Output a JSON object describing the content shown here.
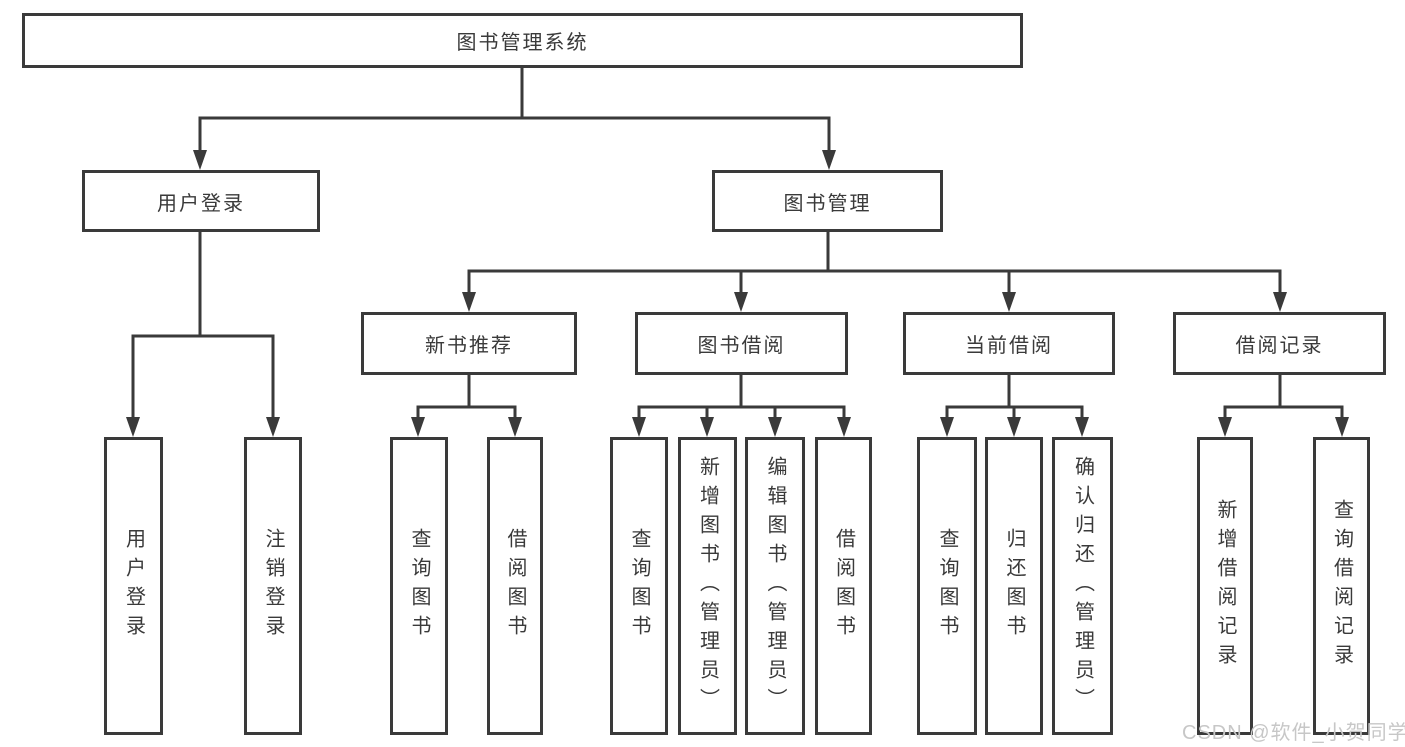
{
  "nodes": {
    "root": {
      "label": "图书管理系统"
    },
    "branches": [
      {
        "label": "用户登录"
      },
      {
        "label": "图书管理"
      }
    ],
    "modules": [
      {
        "label": "新书推荐"
      },
      {
        "label": "图书借阅"
      },
      {
        "label": "当前借阅"
      },
      {
        "label": "借阅记录"
      }
    ],
    "leaves": [
      {
        "label": "用户登录"
      },
      {
        "label": "注销登录"
      },
      {
        "label": "查询图书"
      },
      {
        "label": "借阅图书"
      },
      {
        "label": "查询图书"
      },
      {
        "label": "新增图书（管理员）"
      },
      {
        "label": "编辑图书（管理员）"
      },
      {
        "label": "借阅图书"
      },
      {
        "label": "查询图书"
      },
      {
        "label": "归还图书"
      },
      {
        "label": "确认归还（管理员）"
      },
      {
        "label": "新增借阅记录"
      },
      {
        "label": "查询借阅记录"
      }
    ]
  },
  "watermark": {
    "text": "CSDN @软件_小贺同学"
  },
  "colors": {
    "line": "#3a3a3a",
    "text": "#3a3a3a",
    "watermark": "#c7c7c7",
    "background": "#ffffff"
  }
}
